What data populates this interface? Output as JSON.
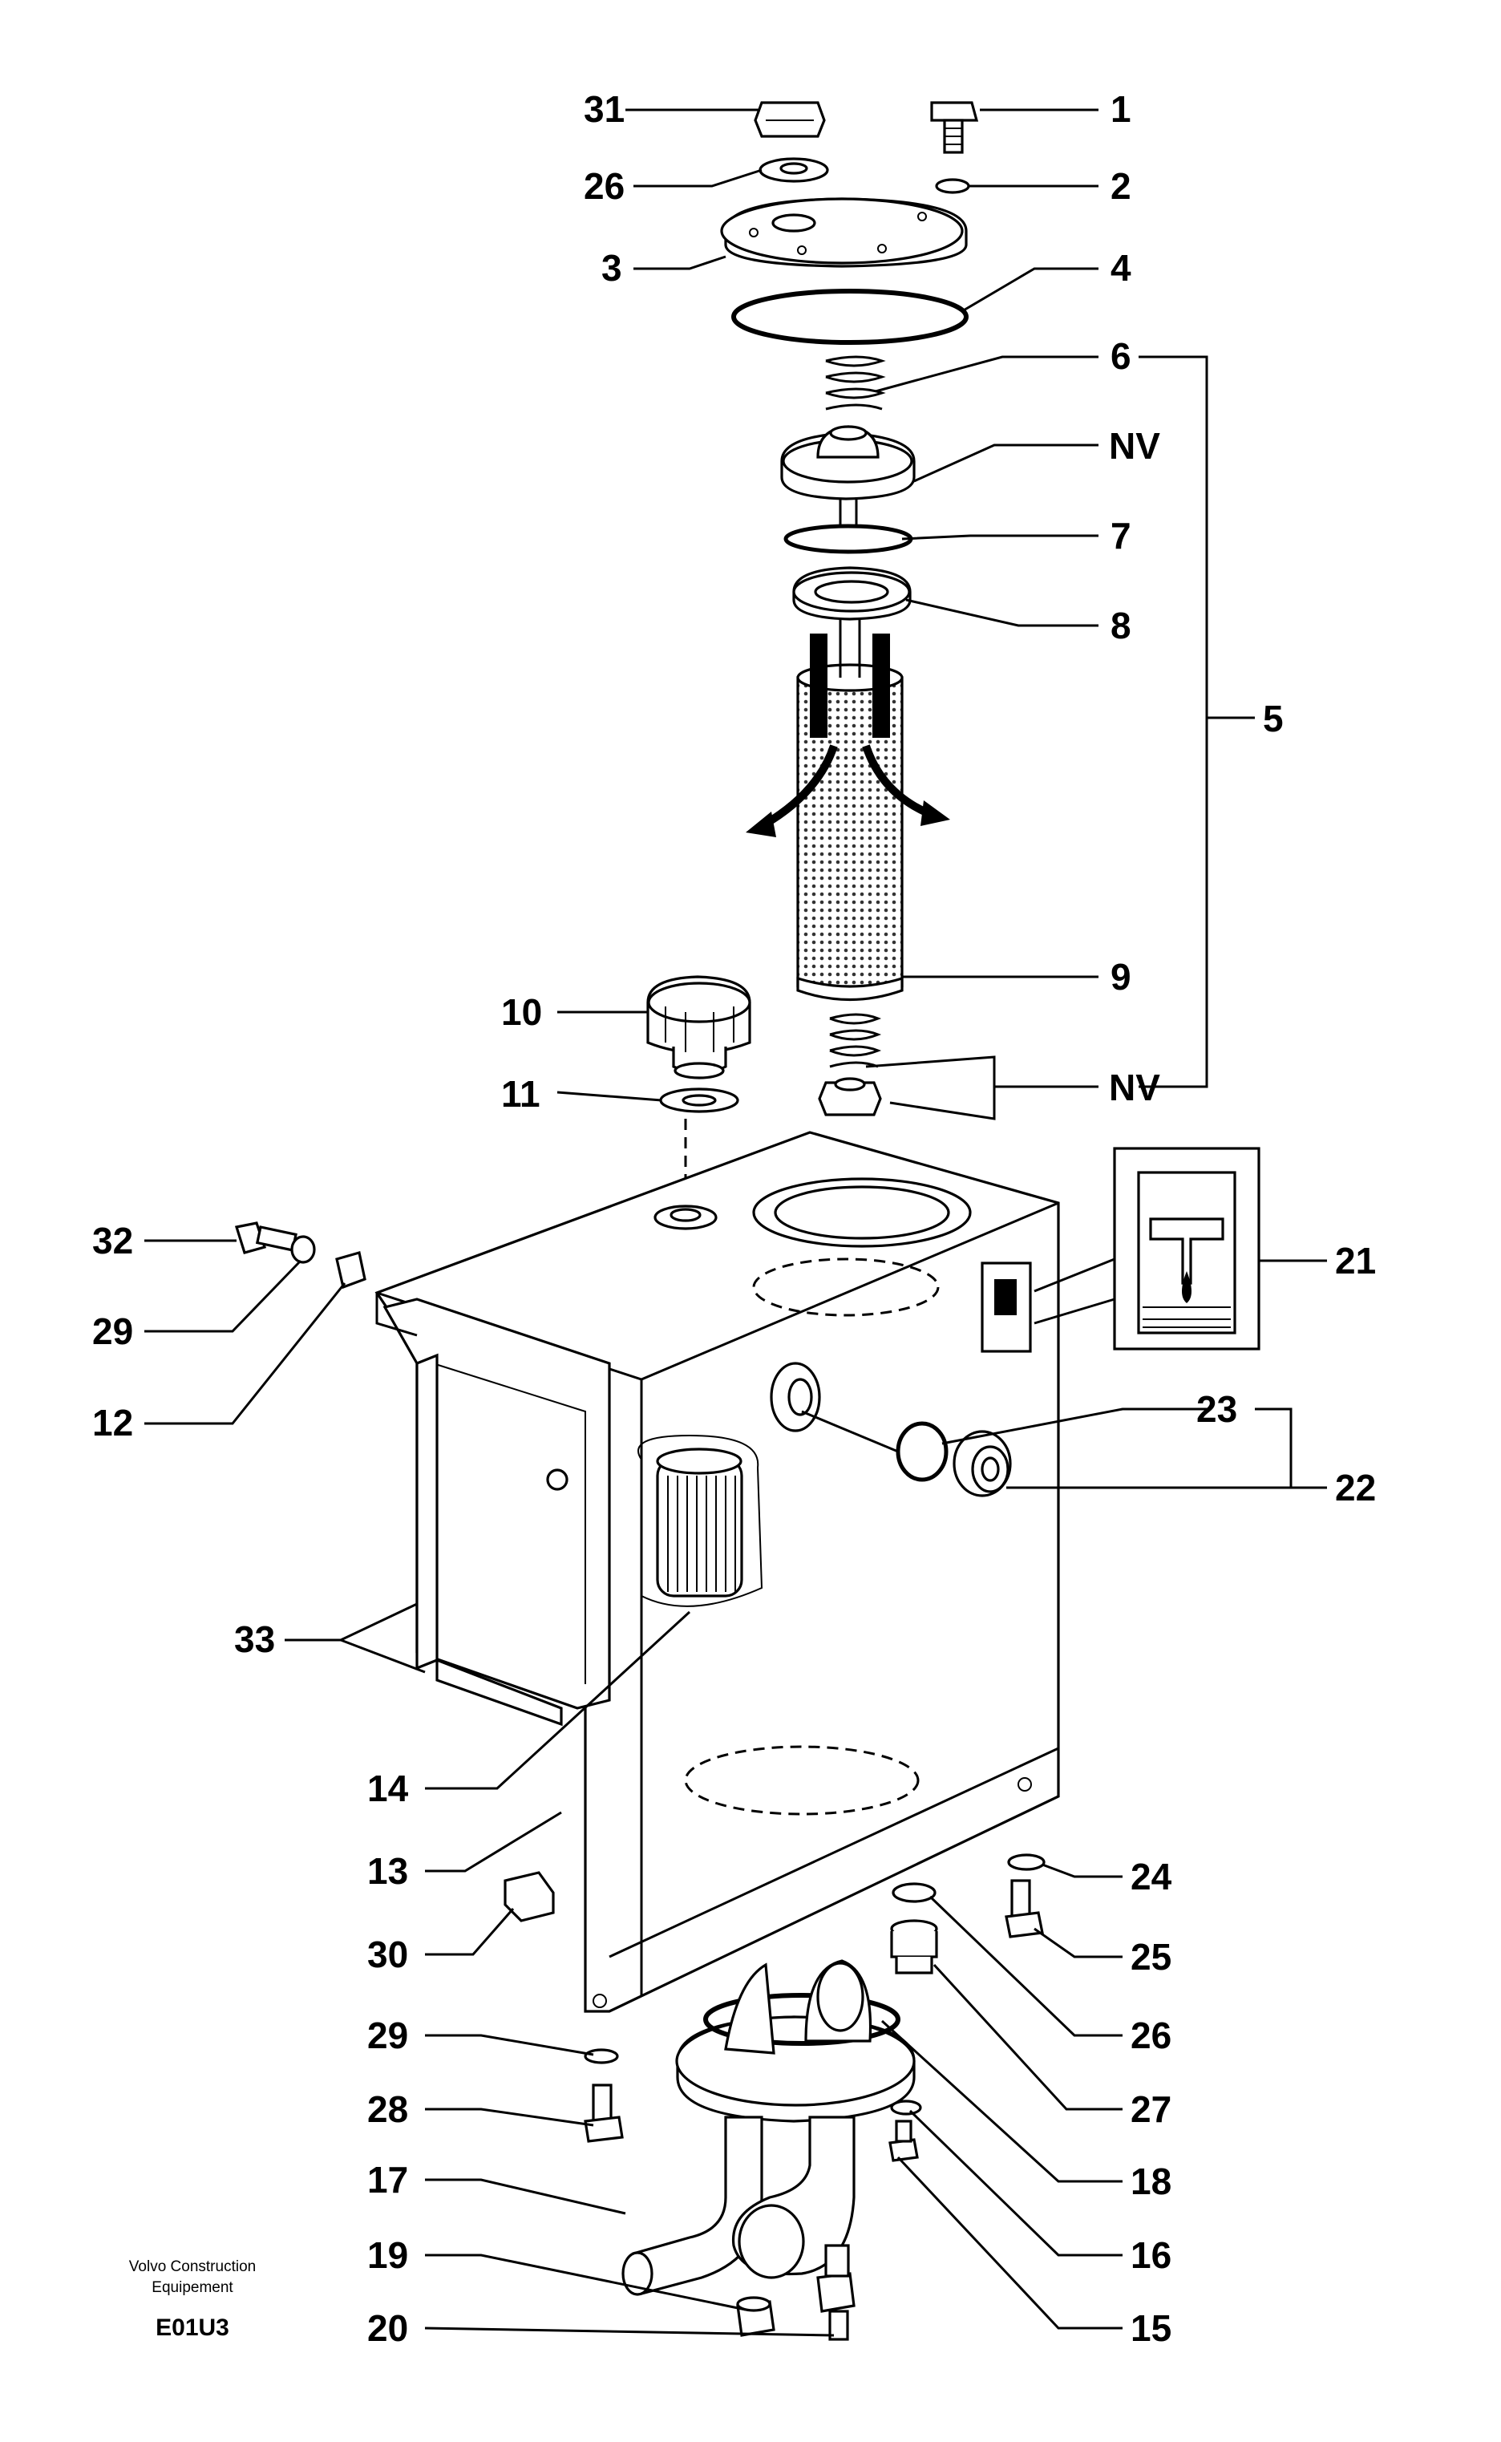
{
  "callouts": {
    "c31": "31",
    "c1": "1",
    "c26a": "26",
    "c2": "2",
    "c3": "3",
    "c4": "4",
    "c6": "6",
    "cNVa": "NV",
    "c7": "7",
    "c8": "8",
    "c5": "5",
    "c9": "9",
    "c10": "10",
    "cNVb": "NV",
    "c11": "11",
    "c32": "32",
    "c21": "21",
    "c29a": "29",
    "c12": "12",
    "c23": "23",
    "c22": "22",
    "c33": "33",
    "c14": "14",
    "c13": "13",
    "c24": "24",
    "c25": "25",
    "c30": "30",
    "c26b": "26",
    "c29b": "29",
    "c27": "27",
    "c28": "28",
    "c18": "18",
    "c17": "17",
    "c16": "16",
    "c19": "19",
    "c20": "20",
    "c15": "15"
  },
  "footer": {
    "maker_line1": "Volvo Construction",
    "maker_line2": "Equipement",
    "code": "E01U3"
  }
}
